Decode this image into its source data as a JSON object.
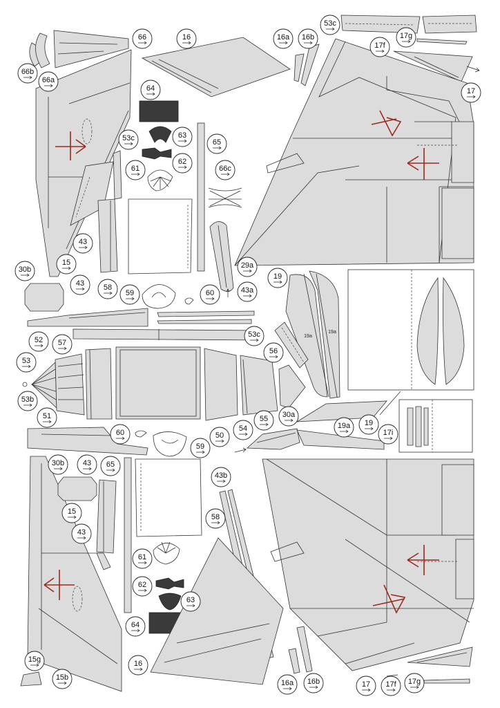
{
  "colors": {
    "part_fill": "#dcdcdc",
    "outline": "#333333",
    "dark_part": "#3a3a3a",
    "red_mark": "#9b2a1e",
    "red_circle": "#9b2a1e",
    "blue_circle": "#1f4fa0"
  },
  "labels": [
    {
      "id": "lbl-66",
      "text": "66"
    },
    {
      "id": "lbl-16-top",
      "text": "16"
    },
    {
      "id": "lbl-16a-top",
      "text": "16a"
    },
    {
      "id": "lbl-16b-top",
      "text": "16b"
    },
    {
      "id": "lbl-53c-top",
      "text": "53c"
    },
    {
      "id": "lbl-17g-top",
      "text": "17g"
    },
    {
      "id": "lbl-17f-top",
      "text": "17f"
    },
    {
      "id": "lbl-17-top",
      "text": "17"
    },
    {
      "id": "lbl-66b",
      "text": "66b"
    },
    {
      "id": "lbl-66a",
      "text": "66a"
    },
    {
      "id": "lbl-64-top",
      "text": "64"
    },
    {
      "id": "lbl-63-top",
      "text": "63"
    },
    {
      "id": "lbl-53c-left",
      "text": "53c"
    },
    {
      "id": "lbl-65-top",
      "text": "65"
    },
    {
      "id": "lbl-62-top",
      "text": "62"
    },
    {
      "id": "lbl-61-top",
      "text": "61"
    },
    {
      "id": "lbl-66c",
      "text": "66c"
    },
    {
      "id": "lbl-43-a",
      "text": "43"
    },
    {
      "id": "lbl-30b-top",
      "text": "30b"
    },
    {
      "id": "lbl-15-top",
      "text": "15"
    },
    {
      "id": "lbl-43-b",
      "text": "43"
    },
    {
      "id": "lbl-58-top",
      "text": "58"
    },
    {
      "id": "lbl-59-top",
      "text": "59"
    },
    {
      "id": "lbl-60-top",
      "text": "60"
    },
    {
      "id": "lbl-29a",
      "text": "29a"
    },
    {
      "id": "lbl-43a",
      "text": "43a"
    },
    {
      "id": "lbl-19-red",
      "text": "19"
    },
    {
      "id": "lbl-53c-mid",
      "text": "53c"
    },
    {
      "id": "lbl-52",
      "text": "52"
    },
    {
      "id": "lbl-57",
      "text": "57"
    },
    {
      "id": "lbl-56",
      "text": "56"
    },
    {
      "id": "lbl-53",
      "text": "53"
    },
    {
      "id": "lbl-53b",
      "text": "53b"
    },
    {
      "id": "lbl-51",
      "text": "51"
    },
    {
      "id": "lbl-50",
      "text": "50"
    },
    {
      "id": "lbl-54",
      "text": "54"
    },
    {
      "id": "lbl-55",
      "text": "55"
    },
    {
      "id": "lbl-30a",
      "text": "30a"
    },
    {
      "id": "lbl-19a",
      "text": "19a"
    },
    {
      "id": "lbl-19-blue",
      "text": "19"
    },
    {
      "id": "lbl-17i",
      "text": "17i"
    },
    {
      "id": "lbl-60-bot",
      "text": "60"
    },
    {
      "id": "lbl-59-bot",
      "text": "59"
    },
    {
      "id": "lbl-30b-bot",
      "text": "30b"
    },
    {
      "id": "lbl-43-c",
      "text": "43"
    },
    {
      "id": "lbl-65-bot",
      "text": "65"
    },
    {
      "id": "lbl-43b",
      "text": "43b"
    },
    {
      "id": "lbl-15-bot",
      "text": "15"
    },
    {
      "id": "lbl-43-d",
      "text": "43"
    },
    {
      "id": "lbl-58-bot",
      "text": "58"
    },
    {
      "id": "lbl-61-bot",
      "text": "61"
    },
    {
      "id": "lbl-62-bot",
      "text": "62"
    },
    {
      "id": "lbl-63-bot",
      "text": "63"
    },
    {
      "id": "lbl-64-bot",
      "text": "64"
    },
    {
      "id": "lbl-15g",
      "text": "15g"
    },
    {
      "id": "lbl-15b",
      "text": "15b"
    },
    {
      "id": "lbl-16-bot",
      "text": "16"
    },
    {
      "id": "lbl-16a-bot",
      "text": "16a"
    },
    {
      "id": "lbl-16b-bot",
      "text": "16b"
    },
    {
      "id": "lbl-17-bot",
      "text": "17"
    },
    {
      "id": "lbl-17f-bot",
      "text": "17f"
    },
    {
      "id": "lbl-17g-bot",
      "text": "17g"
    }
  ],
  "inline_text": {
    "part_19a_left": "19a",
    "part_19a_right": "19a"
  }
}
